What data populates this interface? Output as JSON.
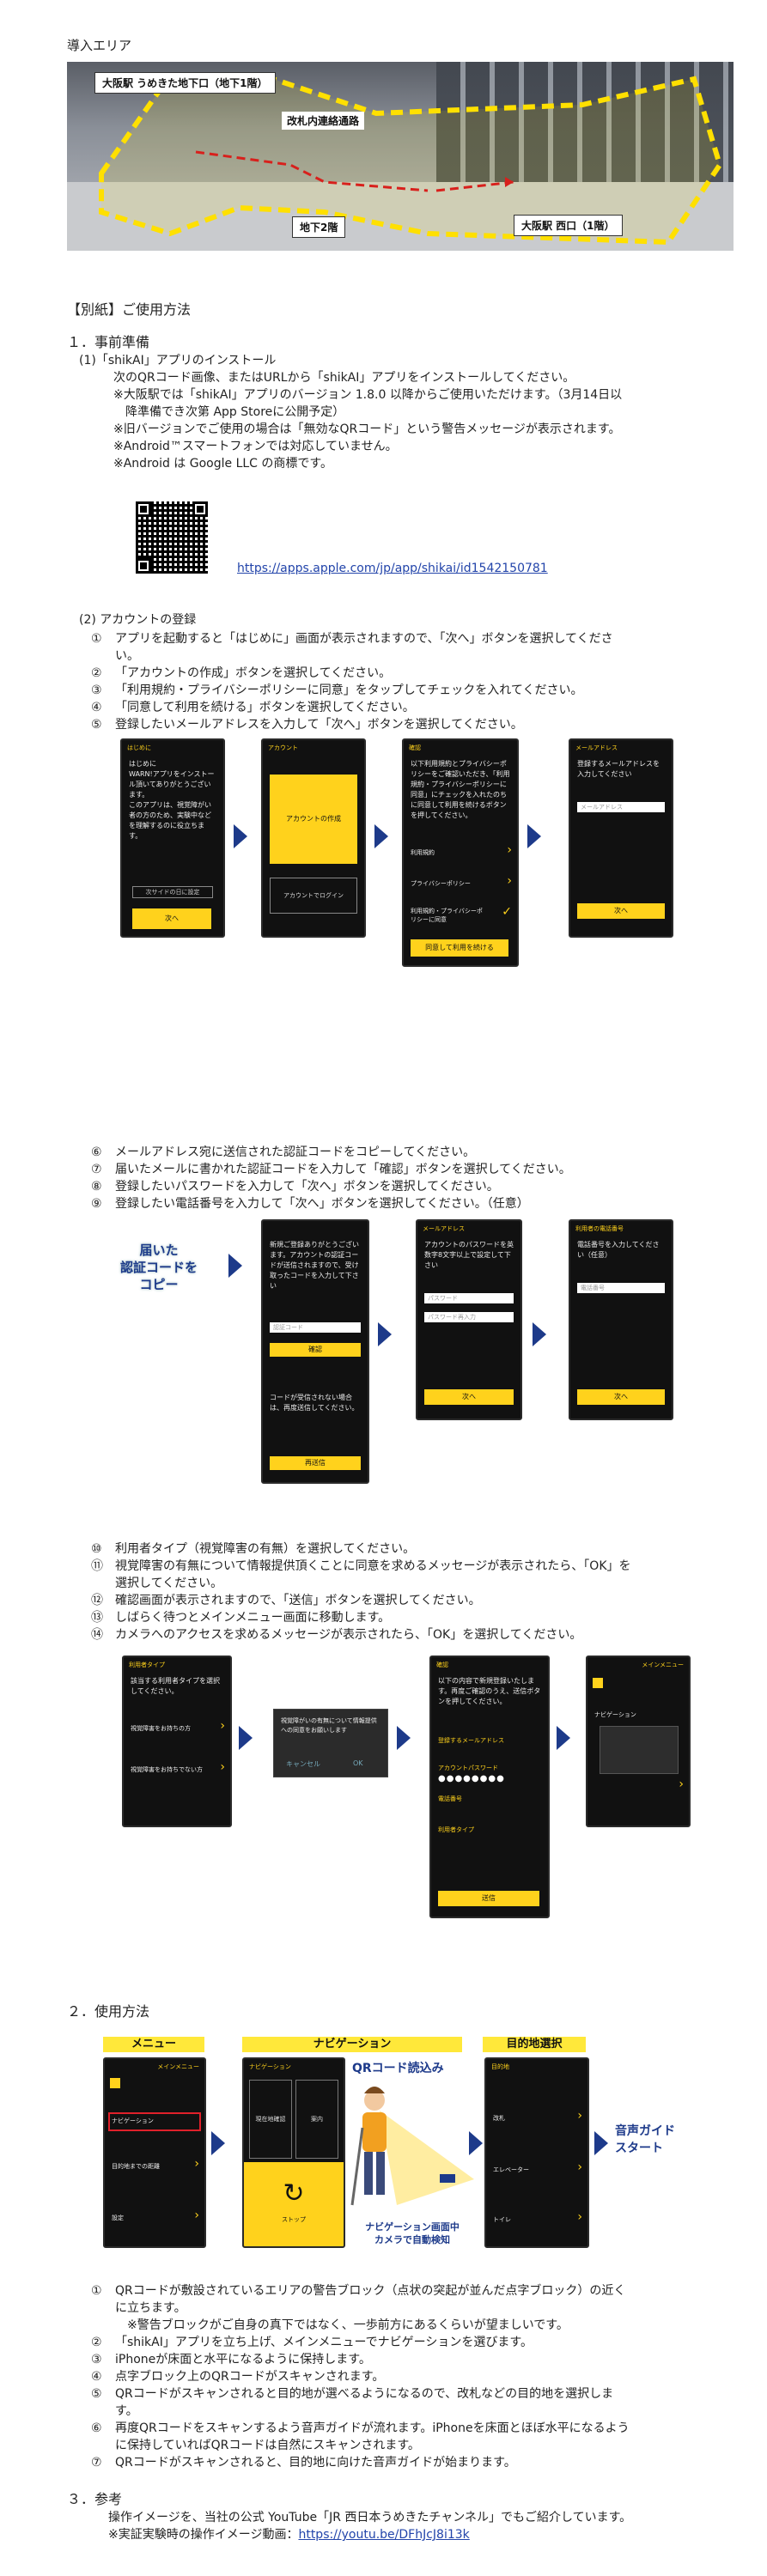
{
  "intro": {
    "title": "導入エリア",
    "labels": {
      "umekita": "大阪駅 うめきた地下口（地下1階）",
      "kaisatsu": "改札内連絡通路",
      "b2": "地下2階",
      "nishi": "大阪駅 西口（1階）"
    }
  },
  "annex_title": "【別紙】ご使用方法",
  "prep": {
    "heading": "１．事前準備",
    "install": {
      "heading": "(1)「shikAI」アプリのインストール",
      "lines": [
        "次のQRコード画像、またはURLから「shikAI」アプリをインストールしてください。",
        "※大阪駅では「shikAI」アプリのバージョン 1.8.0 以降からご使用いただけます。（3月14日以",
        "　降準備でき次第 App Storeに公開予定）",
        "※旧バージョンでご使用の場合は「無効なQRコード」という警告メッセージが表示されます。",
        "※Android™スマートフォンでは対応していません。",
        "※Android は Google LLC の商標です。"
      ],
      "url": "https://apps.apple.com/jp/app/shikai/id1542150781"
    },
    "account": {
      "heading": "(2) アカウントの登録",
      "steps_a": [
        {
          "num": "①",
          "text": "アプリを起動すると「はじめに」画面が表示されますので、「次へ」ボタンを選択してくださ"
        },
        {
          "num": "",
          "text": "い。"
        },
        {
          "num": "②",
          "text": "「アカウントの作成」ボタンを選択してください。"
        },
        {
          "num": "③",
          "text": "「利用規約・プライバシーポリシーに同意」をタップしてチェックを入れてください。"
        },
        {
          "num": "④",
          "text": "「同意して利用を続ける」ボタンを選択してください。"
        },
        {
          "num": "⑤",
          "text": "登録したいメールアドレスを入力して「次へ」ボタンを選択してください。"
        }
      ],
      "steps_b": [
        {
          "num": "⑥",
          "text": "メールアドレス宛に送信された認証コードをコピーしてください。"
        },
        {
          "num": "⑦",
          "text": "届いたメールに書かれた認証コードを入力して「確認」ボタンを選択してください。"
        },
        {
          "num": "⑧",
          "text": "登録したいパスワードを入力して「次へ」ボタンを選択してください。"
        },
        {
          "num": "⑨",
          "text": "登録したい電話番号を入力して「次へ」ボタンを選択してください。（任意）"
        }
      ],
      "steps_c": [
        {
          "num": "⑩",
          "text": "利用者タイプ（視覚障害の有無）を選択してください。"
        },
        {
          "num": "⑪",
          "text": "視覚障害の有無について情報提供頂くことに同意を求めるメッセージが表示されたら、「OK」を"
        },
        {
          "num": "",
          "text": "選択してください。"
        },
        {
          "num": "⑫",
          "text": "確認画面が表示されますので、「送信」ボタンを選択してください。"
        },
        {
          "num": "⑬",
          "text": "しばらく待つとメインメニュー画面に移動します。"
        },
        {
          "num": "⑭",
          "text": "カメラへのアクセスを求めるメッセージが表示されたら、「OK」を選択してください。"
        }
      ],
      "copy_label": "届いた\n認証コードを\nコピー"
    }
  },
  "usage": {
    "heading": "２．使用方法",
    "tags": {
      "menu": "メニュー",
      "nav": "ナビゲーション",
      "dest": "目的地選択"
    },
    "qr_read": "QRコード読込み",
    "nav_note": "ナビゲーション画面中\nカメラで自動検知",
    "voice": "音声ガイド\nスタート",
    "steps": [
      {
        "num": "①",
        "text": "QRコードが敷設されているエリアの警告ブロック（点状の突起が並んだ点字ブロック）の近く"
      },
      {
        "num": "",
        "text": "に立ちます。"
      },
      {
        "num": "",
        "text": "　※警告ブロックがご自身の真下ではなく、一歩前方にあるくらいが望ましいです。"
      },
      {
        "num": "②",
        "text": "「shikAI」アプリを立ち上げ、メインメニューでナビゲーションを選びます。"
      },
      {
        "num": "③",
        "text": "iPhoneが床面と水平になるように保持します。"
      },
      {
        "num": "④",
        "text": "点字ブロック上のQRコードがスキャンされます。"
      },
      {
        "num": "⑤",
        "text": "QRコードがスキャンされると目的地が選べるようになるので、改札などの目的地を選択しま"
      },
      {
        "num": "",
        "text": "す。"
      },
      {
        "num": "⑥",
        "text": "再度QRコードをスキャンするよう音声ガイドが流れます。iPhoneを床面とほぼ水平になるよう"
      },
      {
        "num": "",
        "text": "に保持していればQRコードは自然にスキャンされます。"
      },
      {
        "num": "⑦",
        "text": "QRコードがスキャンされると、目的地に向けた音声ガイドが始まります。"
      }
    ]
  },
  "ref": {
    "heading": "３．参考",
    "line1": "操作イメージを、当社の公式 YouTube「JR 西日本うめきたチャンネル」でもご紹介しています。",
    "line2_prefix": "※実証実験時の操作イメージ動画：",
    "line2_url": "https://youtu.be/DFhJcJ8i13k"
  },
  "phones": {
    "p1": {
      "bar": "はじめに",
      "body": "はじめに\nWARN!アプリをインストール頂いてありがとうございます。\nこのアプリは、視覚障がい者の方のため、実験中などを理解するのに役立ちます。",
      "btn_outline": "次サイドの日に設定",
      "btn": "次へ"
    },
    "p2": {
      "bar": "アカウント",
      "btn1": "アカウントの作成",
      "btn2": "アカウントでログイン"
    },
    "p3": {
      "bar": "確認",
      "body": "以下利用規約とプライバシーポリシーをご確認いただき、「利用規約・プライバシーポリシーに同意」にチェックを入れたのちに同意して利用を続けるボタンを押してください。",
      "row1": "利用規約",
      "row2": "プライバシーポリシー",
      "row3": "利用規約・プライバシーポリシーに同意",
      "btn": "同意して利用を続ける"
    },
    "p4": {
      "bar": "メールアドレス",
      "body": "登録するメールアドレスを入力してください",
      "placeholder": "メールアドレス",
      "btn": "次へ"
    },
    "p5": {
      "bar": "",
      "body": "新規ご登録ありがとうございます。アカウントの認証コードが送信されますので、受け取ったコードを入力して下さい",
      "placeholder": "認証コード",
      "btn": "確認",
      "note": "コードが受信されない場合は、再度送信してください。",
      "btn2": "再送信"
    },
    "p6": {
      "bar": "メールアドレス",
      "body": "アカウントのパスワードを英数字8文字以上で設定して下さい",
      "ph1": "パスワード",
      "ph2": "パスワード再入力",
      "btn": "次へ"
    },
    "p7": {
      "bar": "利用者の電話番号",
      "body": "電話番号を入力してください（任意）",
      "placeholder": "電話番号",
      "btn": "次へ"
    },
    "p8": {
      "bar": "利用者タイプ",
      "body": "該当する利用者タイプを選択してください。",
      "row1": "視覚障害をお持ちの方",
      "row2": "視覚障害をお持ちでない方"
    },
    "p9": {
      "body": "視覚障がいの有無について情報提供への同意をお願いします",
      "cancel": "キャンセル",
      "ok": "OK"
    },
    "p10": {
      "bar": "確認",
      "body": "以下の内容で新規登録いたします。再度ご確認のうえ、送信ボタンを押してください。",
      "f1": "登録するメールアドレス",
      "f2": "アカウントパスワード",
      "f3": "電話番号",
      "f4": "利用者タイプ",
      "btn": "送信"
    },
    "p11": {
      "bar": "メインメニュー",
      "row1": "ナビゲーション"
    },
    "m1": {
      "bar": "メインメニュー",
      "row1": "ナビゲーション",
      "row2": "目的地までの距離",
      "row3": "設定"
    },
    "m2": {
      "bar": "ナビゲーション",
      "c1": "現在地確認",
      "c2": "案内",
      "stop": "ストップ"
    },
    "m3": {
      "bar": "目的地",
      "r1": "改札",
      "r2": "エレベーター",
      "r3": "トイレ"
    }
  }
}
